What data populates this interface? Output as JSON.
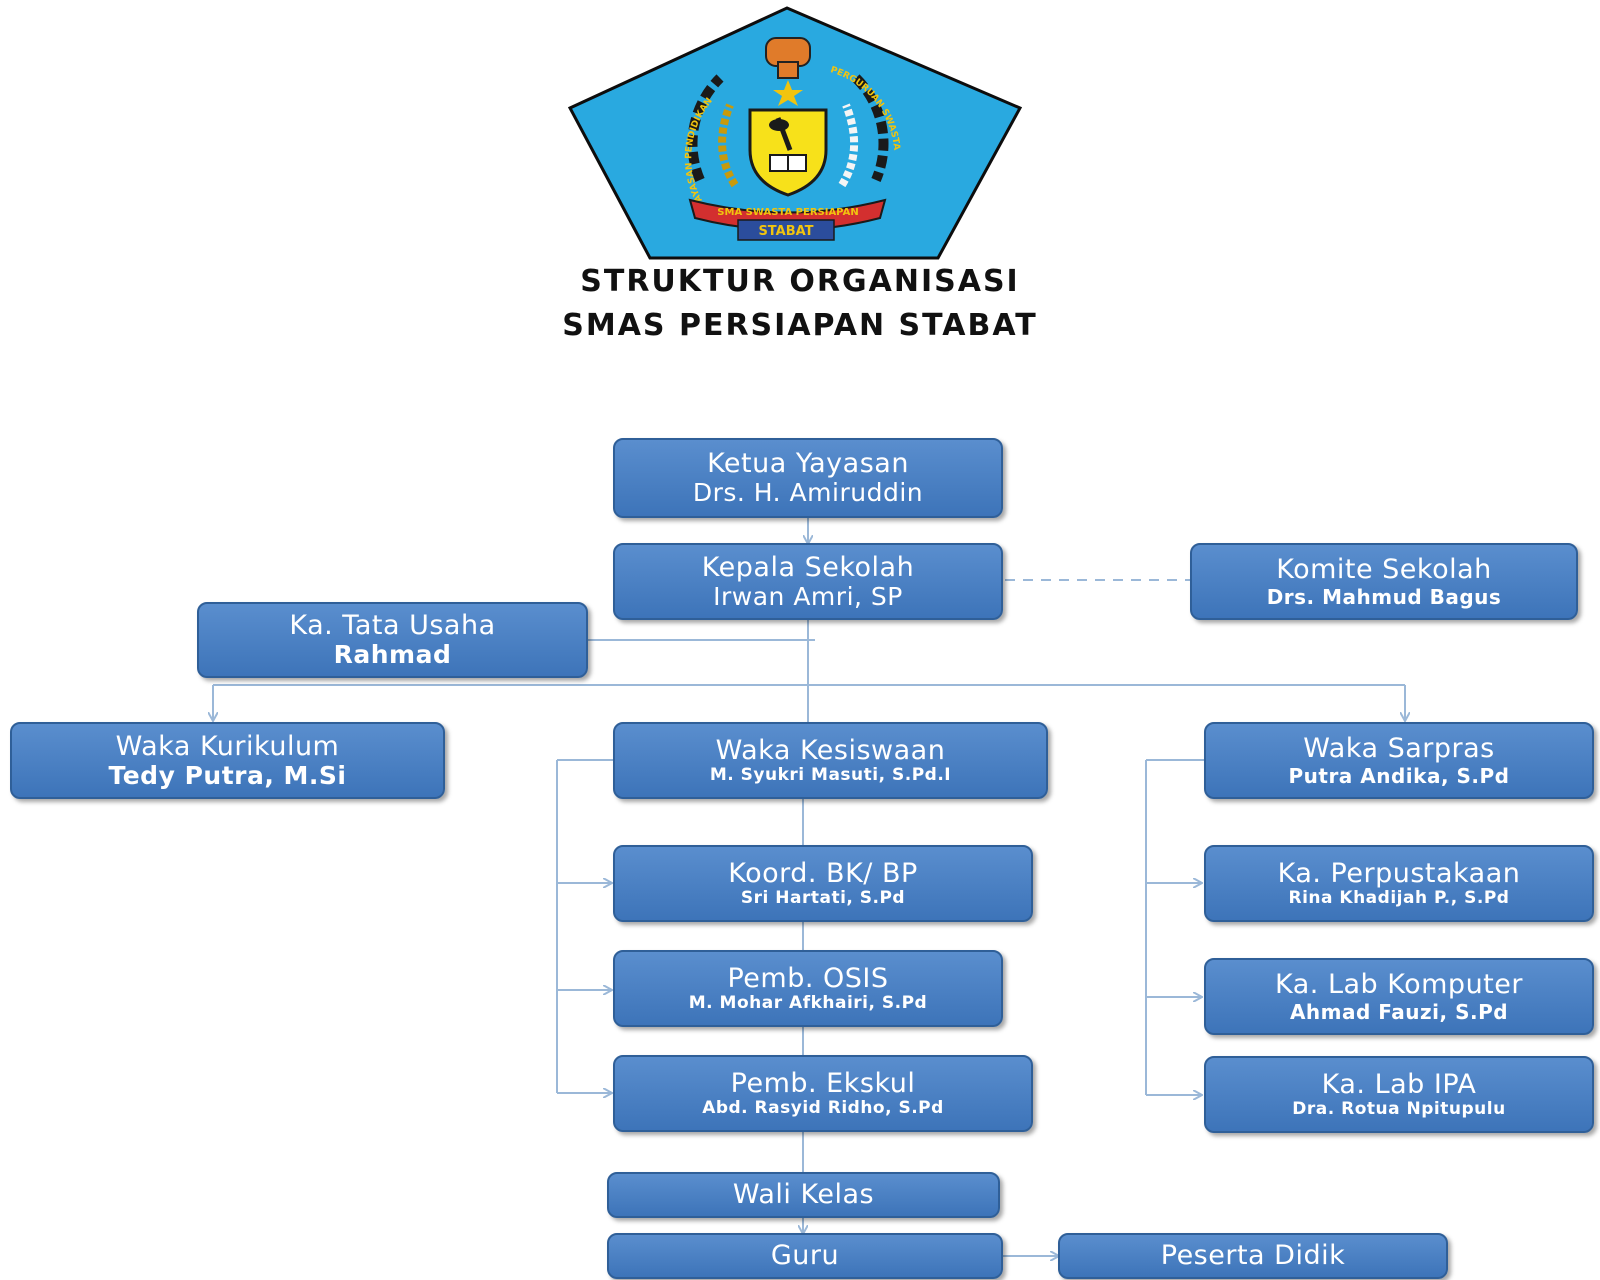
{
  "logo": {
    "ribbon_text": "SMA SWASTA PERSIAPAN",
    "plate_text": "STABAT",
    "arc_left_text": "YAYASAN PENDIDIKAN",
    "arc_right_text": "PERGURUAN SWASTA",
    "colors": {
      "pentagon": "#29a9e0",
      "gold": "#f1c40f",
      "chain": "#1a1a1a",
      "ribbon": "#d32f2f",
      "plate": "#2b4d9c"
    }
  },
  "title": {
    "line1": "STRUKTUR  ORGANISASI",
    "line2": "SMAS PERSIAPAN  STABAT"
  },
  "boxes": {
    "ketua": {
      "role": "Ketua Yayasan",
      "name": "Drs. H. Amiruddin"
    },
    "kepsek": {
      "role": "Kepala Sekolah",
      "name": "Irwan Amri, SP"
    },
    "komite": {
      "role": "Komite Sekolah",
      "name": "Drs. Mahmud Bagus"
    },
    "tu": {
      "role": "Ka. Tata Usaha",
      "name": "Rahmad"
    },
    "kurikulum": {
      "role": "Waka Kurikulum",
      "name": "Tedy Putra, M.Si"
    },
    "kesiswaan": {
      "role": "Waka Kesiswaan",
      "name": "M. Syukri Masuti, S.Pd.I"
    },
    "sarpras": {
      "role": "Waka Sarpras",
      "name": "Putra Andika, S.Pd"
    },
    "bk": {
      "role": "Koord. BK/ BP",
      "name": "Sri Hartati, S.Pd"
    },
    "osis": {
      "role": "Pemb. OSIS",
      "name": "M. Mohar Afkhairi, S.Pd"
    },
    "ekskul": {
      "role": "Pemb. Ekskul",
      "name": "Abd. Rasyid Ridho, S.Pd"
    },
    "perpus": {
      "role": "Ka. Perpustakaan",
      "name": "Rina Khadijah P., S.Pd"
    },
    "labkom": {
      "role": "Ka. Lab Komputer",
      "name": "Ahmad Fauzi, S.Pd"
    },
    "labipa": {
      "role": "Ka. Lab IPA",
      "name": "Dra. Rotua Npitupulu"
    },
    "walikelas": {
      "role": "Wali Kelas"
    },
    "guru": {
      "role": "Guru"
    },
    "peserta": {
      "role": "Peserta Didik"
    }
  },
  "colors": {
    "box_fill": "#4a82c4",
    "box_border": "#2f5f98",
    "connector": "#9bb8d8"
  }
}
